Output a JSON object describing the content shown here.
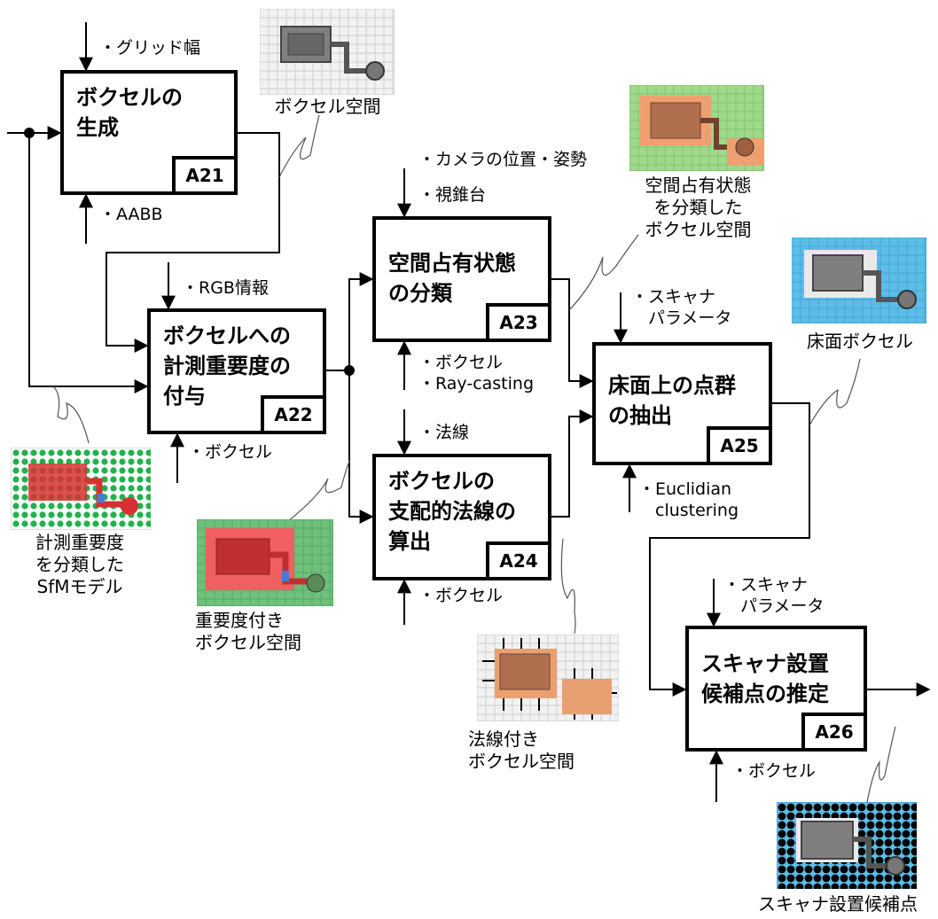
{
  "processes": [
    {
      "id": "a21",
      "title": "ボクセルの\n生成",
      "code": "A21"
    },
    {
      "id": "a22",
      "title": "ボクセルへの\n計測重要度の\n付与",
      "code": "A22"
    },
    {
      "id": "a23",
      "title": "空間占有状態\nの分類",
      "code": "A23"
    },
    {
      "id": "a24",
      "title": "ボクセルの\n支配的法線の\n算出",
      "code": "A24"
    },
    {
      "id": "a25",
      "title": "床面上の点群\nの抽出",
      "code": "A25"
    },
    {
      "id": "a26",
      "title": "スキャナ設置\n候補点の推定",
      "code": "A26"
    }
  ],
  "labels": {
    "grid_width": "・グリッド幅",
    "aabb": "・AABB",
    "rgb_info": "・RGB情報",
    "voxel_a22": "・ボクセル",
    "camera_pose": "・カメラの位置・姿勢",
    "frustum": "・視錐台",
    "voxel_raycast": "・ボクセル\n・Ray-casting",
    "normal": "・法線",
    "voxel_a24": "・ボクセル",
    "scanner_param_a25": "・スキャナ\n　パラメータ",
    "euclid": "・Euclidian\n　clustering",
    "scanner_param_a26": "・スキャナ\n　パラメータ",
    "voxel_a26": "・ボクセル"
  },
  "captions": {
    "voxel_space": "ボクセル空間",
    "sfm_model": "計測重要度\nを分類した\nSfMモデル",
    "weighted_space": "重要度付き\nボクセル空間",
    "occupancy_space": "空間占有状態\nを分類した\nボクセル空間",
    "floor_voxel": "床面ボクセル",
    "normal_space": "法線付き\nボクセル空間",
    "candidates": "スキャナ設置候補点"
  },
  "colors": {
    "grid_bg": "#f2f2f2",
    "gray_block": "#7f7f7f",
    "red_block": "#d83030",
    "green_bg": "#8fd080",
    "orange_block": "#e8a070",
    "blue_bg": "#5bbde8"
  }
}
